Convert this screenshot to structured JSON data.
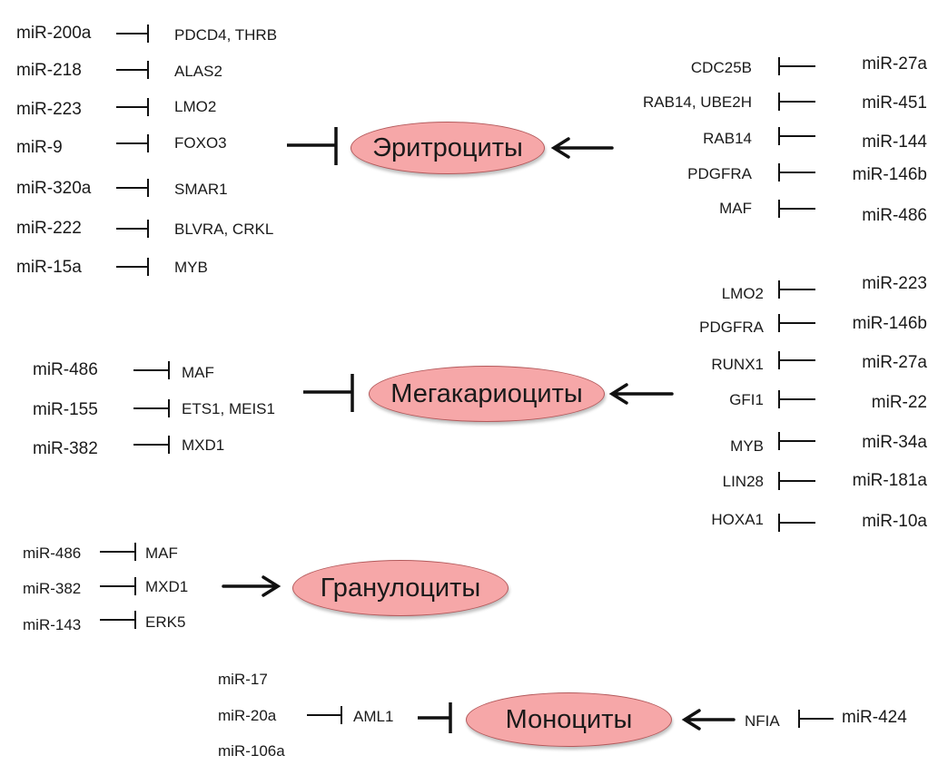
{
  "cells": {
    "erythro": "Эритроциты",
    "mega": "Мегакариоциты",
    "granulo": "Гранулоциты",
    "mono": "Моноциты"
  },
  "erythro_left": [
    {
      "mir": "miR-200a",
      "target": "PDCD4, THRB"
    },
    {
      "mir": "miR-218",
      "target": "ALAS2"
    },
    {
      "mir": "miR-223",
      "target": "LMO2"
    },
    {
      "mir": "miR-9",
      "target": "FOXO3"
    },
    {
      "mir": "miR-320a",
      "target": "SMAR1"
    },
    {
      "mir": "miR-222",
      "target": "BLVRA, CRKL"
    },
    {
      "mir": "miR-15a",
      "target": "MYB"
    }
  ],
  "erythro_right": [
    {
      "target": "CDC25B",
      "mir": "miR-27a"
    },
    {
      "target": "RAB14, UBE2H",
      "mir": "miR-451"
    },
    {
      "target": "RAB14",
      "mir": "miR-144"
    },
    {
      "target": "PDGFRA",
      "mir": "miR-146b"
    },
    {
      "target": "MAF",
      "mir": "miR-486"
    }
  ],
  "mega_left": [
    {
      "mir": "miR-486",
      "target": "MAF"
    },
    {
      "mir": "miR-155",
      "target": "ETS1, MEIS1"
    },
    {
      "mir": "miR-382",
      "target": "MXD1"
    }
  ],
  "mega_right": [
    {
      "target": "LMO2",
      "mir": "miR-223"
    },
    {
      "target": "PDGFRA",
      "mir": "miR-146b"
    },
    {
      "target": "RUNX1",
      "mir": "miR-27a"
    },
    {
      "target": "GFI1",
      "mir": "miR-22"
    },
    {
      "target": "MYB",
      "mir": "miR-34a"
    },
    {
      "target": "LIN28",
      "mir": "miR-181a"
    },
    {
      "target": "HOXA1",
      "mir": "miR-10a"
    }
  ],
  "granulo_left": [
    {
      "mir": "miR-486",
      "target": "MAF"
    },
    {
      "mir": "miR-382",
      "target": "MXD1"
    },
    {
      "mir": "miR-143",
      "target": "ERK5"
    }
  ],
  "mono_left": {
    "mirs": [
      "miR-17",
      "miR-20a",
      "miR-106a"
    ],
    "target": "AML1"
  },
  "mono_right": {
    "target": "NFIA",
    "mir": "miR-424"
  }
}
